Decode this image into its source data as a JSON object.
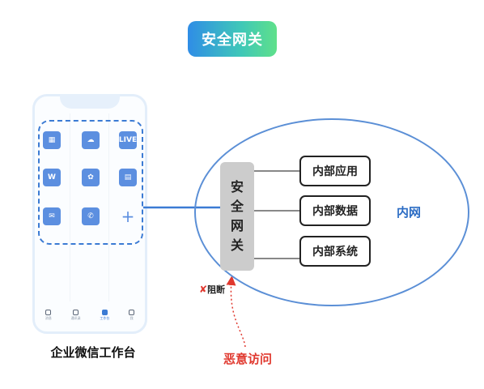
{
  "title": "安全网关",
  "phone": {
    "caption": "企业微信工作台",
    "apps": [
      {
        "name": "calendar-icon",
        "glyph": "▦"
      },
      {
        "name": "cloud-icon",
        "glyph": "☁"
      },
      {
        "name": "live-icon",
        "glyph": "LIVE"
      },
      {
        "name": "word-icon",
        "glyph": "W"
      },
      {
        "name": "settings-icon",
        "glyph": "✿"
      },
      {
        "name": "printer-icon",
        "glyph": "▤"
      },
      {
        "name": "mail-icon",
        "glyph": "✉"
      },
      {
        "name": "phone-icon",
        "glyph": "✆"
      },
      {
        "name": "add-icon",
        "glyph": "+"
      }
    ],
    "tabs": [
      {
        "label": "消息",
        "active": false
      },
      {
        "label": "通讯录",
        "active": false
      },
      {
        "label": "工作台",
        "active": true
      },
      {
        "label": "我",
        "active": false
      }
    ]
  },
  "gateway": {
    "chars": [
      "安",
      "全",
      "网",
      "关"
    ]
  },
  "systems": [
    "内部应用",
    "内部数据",
    "内部系统"
  ],
  "intranet_label": "内网",
  "block_label": "阻断",
  "block_mark": "✘",
  "malicious_label": "恶意访问",
  "colors": {
    "accent": "#3b7bd4",
    "danger": "#e0382e",
    "gateway": "#cccccc"
  }
}
